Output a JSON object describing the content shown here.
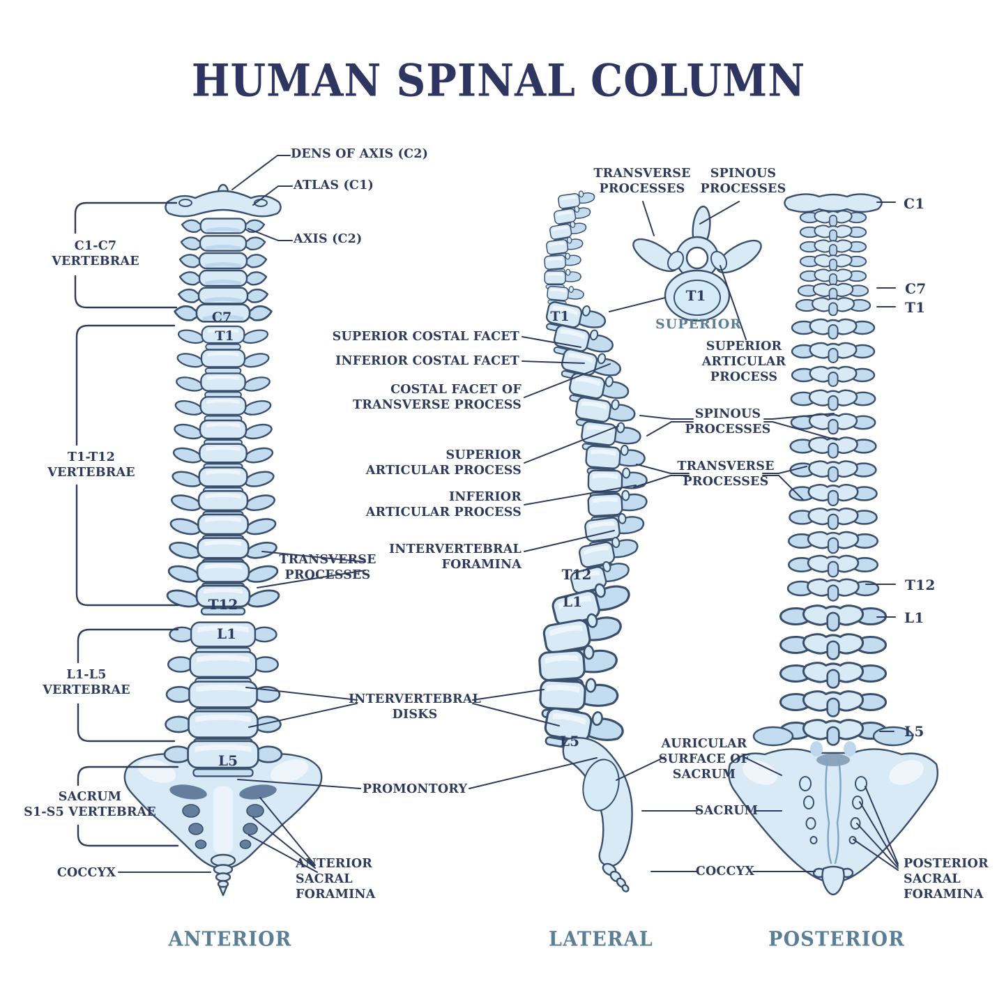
{
  "title": "HUMAN SPINAL COLUMN",
  "captions": {
    "anterior": "ANTERIOR",
    "lateral": "LATERAL",
    "posterior": "POSTERIOR"
  },
  "anterior": {
    "dens_of_axis": "DENS OF AXIS (C2)",
    "atlas": "ATLAS (C1)",
    "axis": "AXIS (C2)",
    "c1_c7": "C1-C7\nVERTEBRAE",
    "t1_t12": "T1-T12\nVERTEBRAE",
    "l1_l5": "L1-L5\nVERTEBRAE",
    "sacrum_s1_s5": "SACRUM\nS1-S5 VERTEBRAE",
    "coccyx": "COCCYX",
    "transverse_processes": "TRANSVERSE\nPROCESSES",
    "anterior_sacral_foramina": "ANTERIOR\nSACRAL\nFORAMINA",
    "levels": {
      "c7": "C7",
      "t1": "T1",
      "t12": "T12",
      "l1": "L1",
      "l5": "L5"
    }
  },
  "lateral": {
    "superior_costal_facet": "SUPERIOR COSTAL FACET",
    "inferior_costal_facet": "INFERIOR COSTAL FACET",
    "costal_facet_of_transverse_process": "COSTAL FACET OF\nTRANSVERSE PROCESS",
    "superior_articular_process": "SUPERIOR\nARTICULAR PROCESS",
    "inferior_articular_process": "INFERIOR\nARTICULAR PROCESS",
    "intervertebral_foramina": "INTERVERTEBRAL\nFORAMINA",
    "intervertebral_disks": "INTERVERTEBRAL\nDISKS",
    "promontory": "PROMONTORY",
    "levels": {
      "t1": "T1",
      "t12": "T12",
      "l1": "L1",
      "l5": "L5"
    }
  },
  "cross_section": {
    "transverse_processes": "TRANSVERSE\nPROCESSES",
    "spinous_processes": "SPINOUS\nPROCESSES",
    "body": "T1",
    "orientation": "SUPERIOR",
    "superior_articular_process": "SUPERIOR\nARTICULAR\nPROCESS"
  },
  "mid": {
    "spinous_processes": "SPINOUS\nPROCESSES",
    "transverse_processes": "TRANSVERSE\nPROCESSES"
  },
  "sacral": {
    "auricular_surface": "AURICULAR\nSURFACE OF\nSACRUM",
    "sacrum": "SACRUM",
    "coccyx": "COCCYX",
    "posterior_sacral_foramina": "POSTERIOR\nSACRAL\nFORAMINA"
  },
  "posterior": {
    "levels": {
      "c1": "C1",
      "c7": "C7",
      "t1": "T1",
      "t12": "T12",
      "l1": "L1",
      "l5": "L5"
    }
  },
  "colors": {
    "ink": "#2d3a5c",
    "accent": "#5b7e97",
    "bone_light": "#d9eaf7",
    "bone_mid": "#bdd8ec",
    "bone_shade": "#9abfdc",
    "outline": "#3a4f6b",
    "foramina_dark": "#647f9d"
  }
}
